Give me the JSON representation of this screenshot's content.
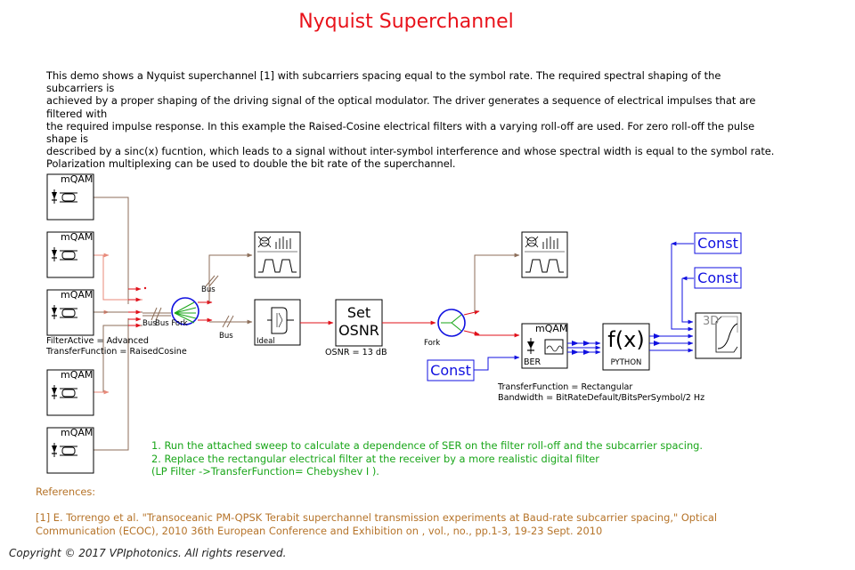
{
  "title": "Nyquist Superchannel",
  "description": "This demo shows a Nyquist superchannel [1] with subcarriers spacing equal to the symbol rate. The required spectral shaping of the subcarriers is\nachieved by a proper shaping of the driving signal of the optical modulator. The driver generates a sequence of electrical impulses that are filtered with\nthe required impulse response. In this example the Raised-Cosine electrical filters with a varying roll-off are used. For zero roll-off the pulse shape is\ndescribed by a sinc(x) fucntion, which leads to a signal without inter-symbol interference and whose spectral width is equal to the symbol rate.\nPolarization multiplexing can be used to double the bit rate of the superchannel.",
  "modules": {
    "mqam_label": "mQAM",
    "tx_params": "FilterActive = Advanced\nTransferFunction = RaisedCosine",
    "bus_label": "Bus",
    "bus_fork_label": "Bus Fork",
    "fork_label": "Fork",
    "ideal_label": "Ideal",
    "set_osnr": [
      "Set",
      "OSNR"
    ],
    "osnr_param": "OSNR = 13 dB",
    "rx_label": "mQAM",
    "ber_label": "BER",
    "rx_params": "TransferFunction = Rectangular\nBandwidth = BitRateDefault/BitsPerSymbol/2 Hz",
    "fx_label": "f(x)",
    "python_label": "PYTHON",
    "const_label": "Const",
    "plot3d_label": "3D"
  },
  "instructions": "1. Run the attached sweep to calculate a dependence of SER on the filter roll-off and the subcarrier spacing.\n2. Replace the rectangular electrical filter at the receiver by a more realistic digital filter\n(LP Filter ->TransferFunction= Chebyshev I ).",
  "references_heading": "References:",
  "reference_1": "[1] E. Torrengo et al. \"Transoceanic PM-QPSK Terabit superchannel transmission experiments at Baud-rate subcarrier spacing,\" Optical Communication (ECOC), 2010 36th European Conference and Exhibition on , vol., no., pp.1-3, 19-23 Sept. 2010",
  "copyright": "Copyright © 2017 VPIphotonics. All rights reserved.",
  "colors": {
    "title": "#e8121a",
    "optical_link": "#e0101a",
    "electrical_link": "#1010e0",
    "bus_link": "#8c6e5a",
    "instructions": "#1aa61a",
    "references": "#b6742a"
  }
}
